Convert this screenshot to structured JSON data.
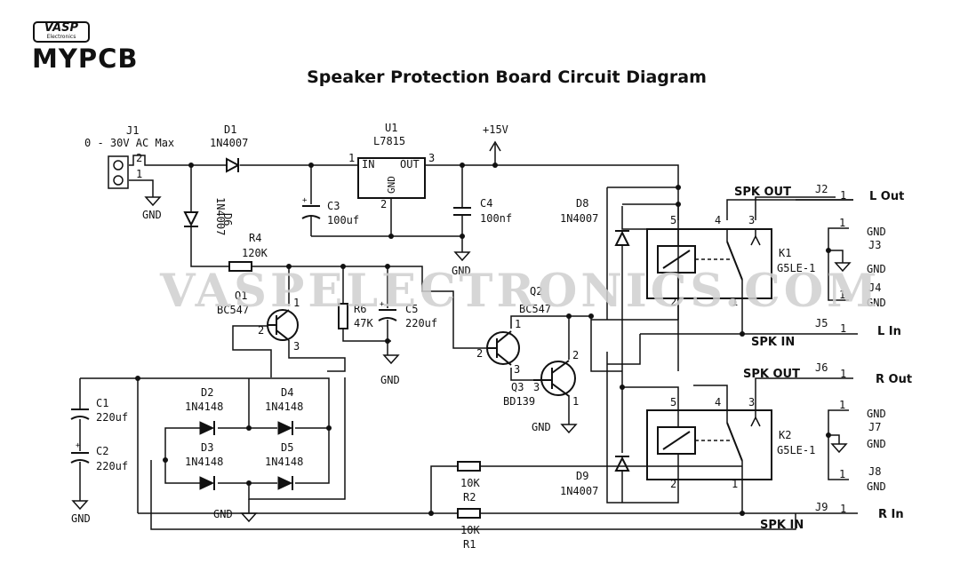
{
  "logo": {
    "brand": "VASP",
    "brand_sub": "Electronics",
    "product": "MYPCB"
  },
  "title": "Speaker Protection Board Circuit Diagram",
  "watermark": "VASPELECTRONICS.COM",
  "components": {
    "j1": {
      "ref": "J1",
      "value": "0 - 30V AC Max",
      "pin1": "1",
      "pin2": "2"
    },
    "d1": {
      "ref": "D1",
      "value": "1N4007"
    },
    "d6": {
      "ref": "D6",
      "value": "1N4007"
    },
    "u1": {
      "ref": "U1",
      "value": "L7815",
      "in": "IN",
      "out": "OUT",
      "gnd": "GND",
      "pin1": "1",
      "pin2": "2",
      "pin3": "3"
    },
    "c3": {
      "ref": "C3",
      "value": "100uf"
    },
    "c4": {
      "ref": "C4",
      "value": "100nf"
    },
    "supply": "+15V",
    "r4": {
      "ref": "R4",
      "value": "120K"
    },
    "q1": {
      "ref": "Q1",
      "value": "BC547",
      "pin1": "1",
      "pin2": "2",
      "pin3": "3"
    },
    "r6": {
      "ref": "R6",
      "value": "47K"
    },
    "c5": {
      "ref": "C5",
      "value": "220uf"
    },
    "q2": {
      "ref": "Q2",
      "value": "BC547",
      "pin1": "1",
      "pin2": "2",
      "pin3": "3"
    },
    "q3": {
      "ref": "Q3",
      "value": "BD139",
      "pin1": "1",
      "pin2": "2",
      "pin3": "3"
    },
    "c1": {
      "ref": "C1",
      "value": "220uf"
    },
    "c2": {
      "ref": "C2",
      "value": "220uf"
    },
    "d2": {
      "ref": "D2",
      "value": "1N4148"
    },
    "d3": {
      "ref": "D3",
      "value": "1N4148"
    },
    "d4": {
      "ref": "D4",
      "value": "1N4148"
    },
    "d5": {
      "ref": "D5",
      "value": "1N4148"
    },
    "r1": {
      "ref": "R1",
      "value": "10K"
    },
    "r2": {
      "ref": "R2",
      "value": "10K"
    },
    "d8": {
      "ref": "D8",
      "value": "1N4007"
    },
    "d9": {
      "ref": "D9",
      "value": "1N4007"
    },
    "k1": {
      "ref": "K1",
      "value": "G5LE-1",
      "pin1": "1",
      "pin2": "2",
      "pin3": "3",
      "pin4": "4",
      "pin5": "5"
    },
    "k2": {
      "ref": "K2",
      "value": "G5LE-1",
      "pin1": "1",
      "pin2": "2",
      "pin3": "3",
      "pin4": "4",
      "pin5": "5"
    },
    "gnd_label": "GND",
    "connectors": [
      {
        "ref": "J2",
        "net": "L Out",
        "pin": "1"
      },
      {
        "ref": "J3",
        "net": "GND",
        "pin": "1"
      },
      {
        "ref": "J4",
        "net": "GND",
        "pin": "1"
      },
      {
        "ref": "J5",
        "net": "L In",
        "pin": "1"
      },
      {
        "ref": "J6",
        "net": "R Out",
        "pin": "1"
      },
      {
        "ref": "J7",
        "net": "GND",
        "pin": "1"
      },
      {
        "ref": "J8",
        "net": "GND",
        "pin": "1"
      },
      {
        "ref": "J9",
        "net": "R In",
        "pin": "1"
      }
    ],
    "spk_out": "SPK OUT",
    "spk_in": "SPK IN"
  }
}
